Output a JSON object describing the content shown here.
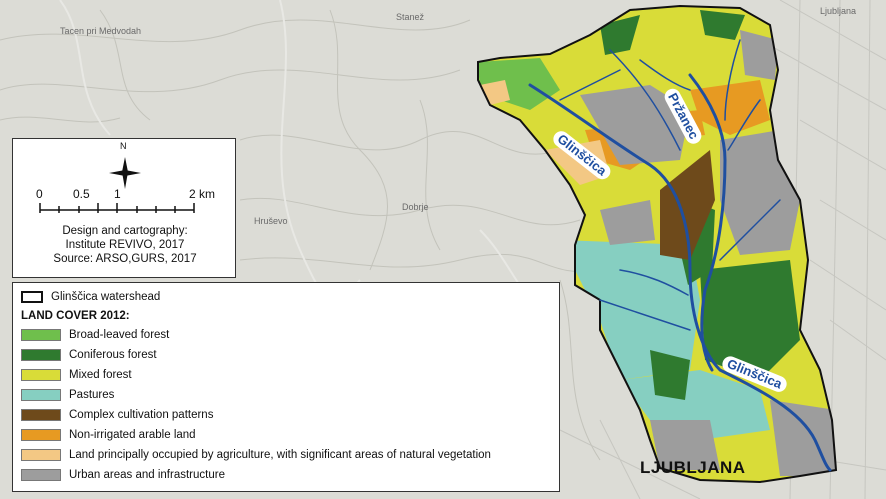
{
  "legend": {
    "watershed_label": "Glinščica watershead",
    "title": "LAND COVER 2012:",
    "items": [
      {
        "label": "Broad-leaved forest",
        "color": "#6fbf4c"
      },
      {
        "label": "Coniferous forest",
        "color": "#2f7a2f"
      },
      {
        "label": "Mixed forest",
        "color": "#d9dc38"
      },
      {
        "label": "Pastures",
        "color": "#86cfc1"
      },
      {
        "label": "Complex cultivation patterns",
        "color": "#6e4a1b"
      },
      {
        "label": "Non-irrigated arable land",
        "color": "#e79a22"
      },
      {
        "label": "Land principally occupied by agriculture, with significant areas of natural vegetation",
        "color": "#f3c884"
      },
      {
        "label": "Urban areas and infrastructure",
        "color": "#9d9d9d"
      }
    ]
  },
  "scale": {
    "north": "N",
    "ticks": [
      "0",
      "0.5",
      "1",
      "2 km"
    ]
  },
  "credits": {
    "line1": "Design and cartography:",
    "line2": "Institute REVIVO, 2017",
    "line3": "Source: ARSO,GURS, 2017"
  },
  "rivers": {
    "glinscica": "Glinščica",
    "przanec": "Pržanec"
  },
  "city": "LJUBLJANA",
  "background_labels": [
    "Tacen pri Medvodah",
    "Stanež",
    "Hruševo",
    "Dobrje",
    "Ljubljana"
  ],
  "colors": {
    "river": "#1f4fa0",
    "boundary": "#111111",
    "basemap": "#dcdcd6"
  }
}
